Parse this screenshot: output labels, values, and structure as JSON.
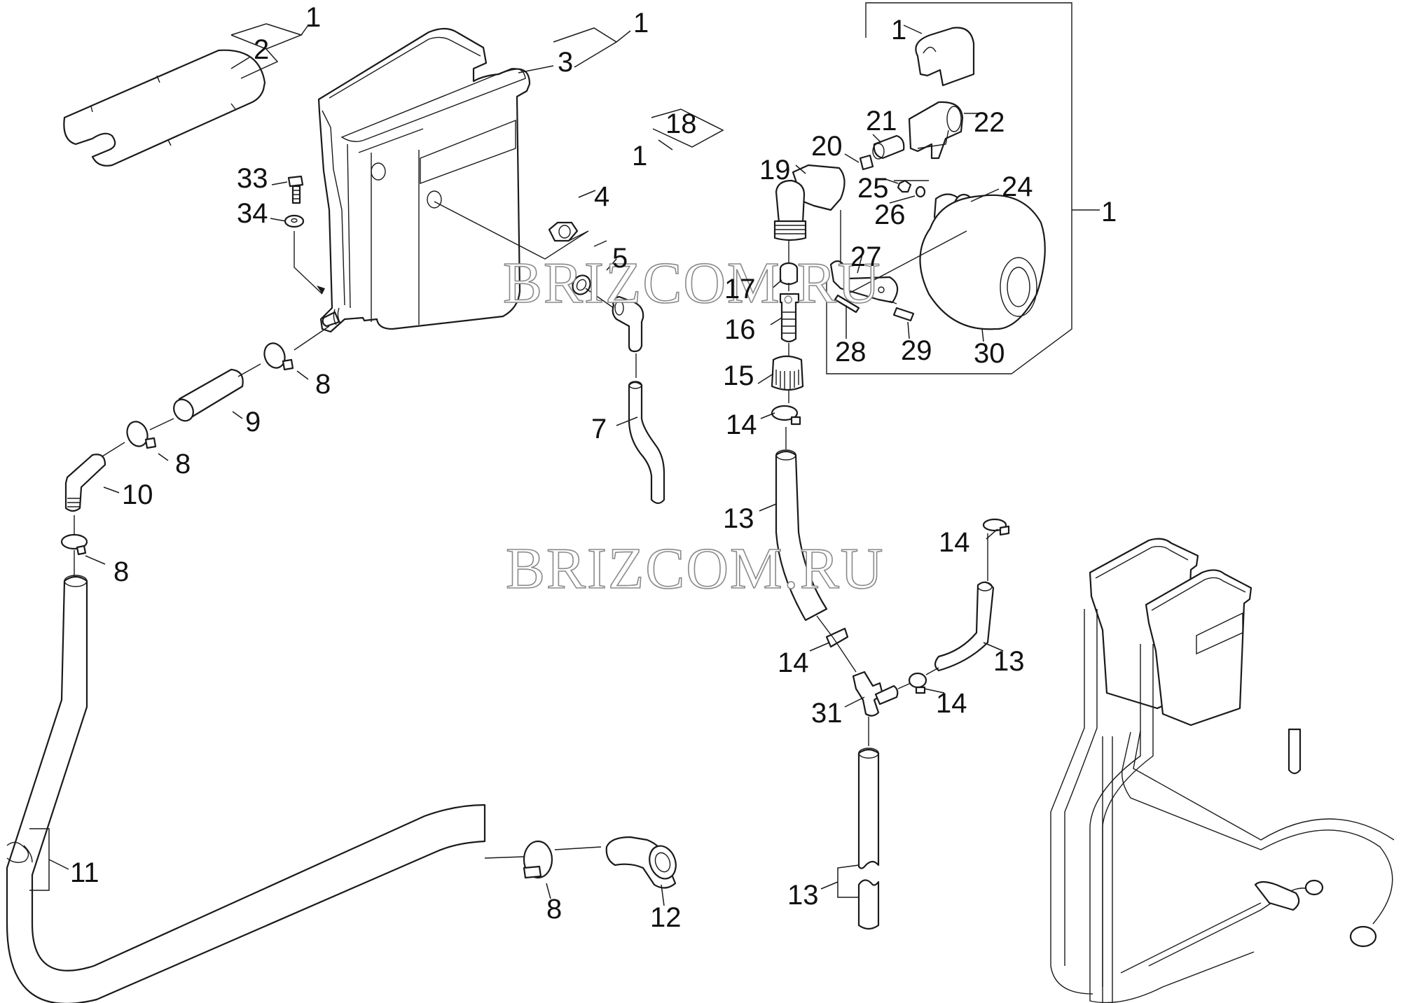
{
  "diagram": {
    "title": "Exploded parts diagram — water tank and hose assembly",
    "watermark": "BRIZCOM.RU",
    "colors": {
      "line": "#1a1a1a",
      "background": "#ffffff",
      "watermark": "#8a8a8a"
    },
    "callouts": [
      {
        "id": "c1a",
        "text": "1"
      },
      {
        "id": "c2",
        "text": "2"
      },
      {
        "id": "c1b",
        "text": "1"
      },
      {
        "id": "c3",
        "text": "3"
      },
      {
        "id": "c18",
        "text": "18"
      },
      {
        "id": "c1c",
        "text": "1"
      },
      {
        "id": "c33",
        "text": "33"
      },
      {
        "id": "c34",
        "text": "34"
      },
      {
        "id": "c4",
        "text": "4"
      },
      {
        "id": "c5",
        "text": "5"
      },
      {
        "id": "c8a",
        "text": "8"
      },
      {
        "id": "c9",
        "text": "9"
      },
      {
        "id": "c8b",
        "text": "8"
      },
      {
        "id": "c10",
        "text": "10"
      },
      {
        "id": "c8c",
        "text": "8"
      },
      {
        "id": "c7",
        "text": "7"
      },
      {
        "id": "c11",
        "text": "11"
      },
      {
        "id": "c8d",
        "text": "8"
      },
      {
        "id": "c12",
        "text": "12"
      },
      {
        "id": "c1d",
        "text": "1"
      },
      {
        "id": "c22",
        "text": "22"
      },
      {
        "id": "c21",
        "text": "21"
      },
      {
        "id": "c20",
        "text": "20"
      },
      {
        "id": "c19",
        "text": "19"
      },
      {
        "id": "c25",
        "text": "25"
      },
      {
        "id": "c24",
        "text": "24"
      },
      {
        "id": "c26",
        "text": "26"
      },
      {
        "id": "c1e",
        "text": "1"
      },
      {
        "id": "c27",
        "text": "27"
      },
      {
        "id": "c17",
        "text": "17"
      },
      {
        "id": "c16",
        "text": "16"
      },
      {
        "id": "c28",
        "text": "28"
      },
      {
        "id": "c29",
        "text": "29"
      },
      {
        "id": "c30",
        "text": "30"
      },
      {
        "id": "c15",
        "text": "15"
      },
      {
        "id": "c14a",
        "text": "14"
      },
      {
        "id": "c13a",
        "text": "13"
      },
      {
        "id": "c14b",
        "text": "14"
      },
      {
        "id": "c13b",
        "text": "13"
      },
      {
        "id": "c14c",
        "text": "14"
      },
      {
        "id": "c14d",
        "text": "14"
      },
      {
        "id": "c31",
        "text": "31"
      },
      {
        "id": "c13c",
        "text": "13"
      }
    ]
  }
}
